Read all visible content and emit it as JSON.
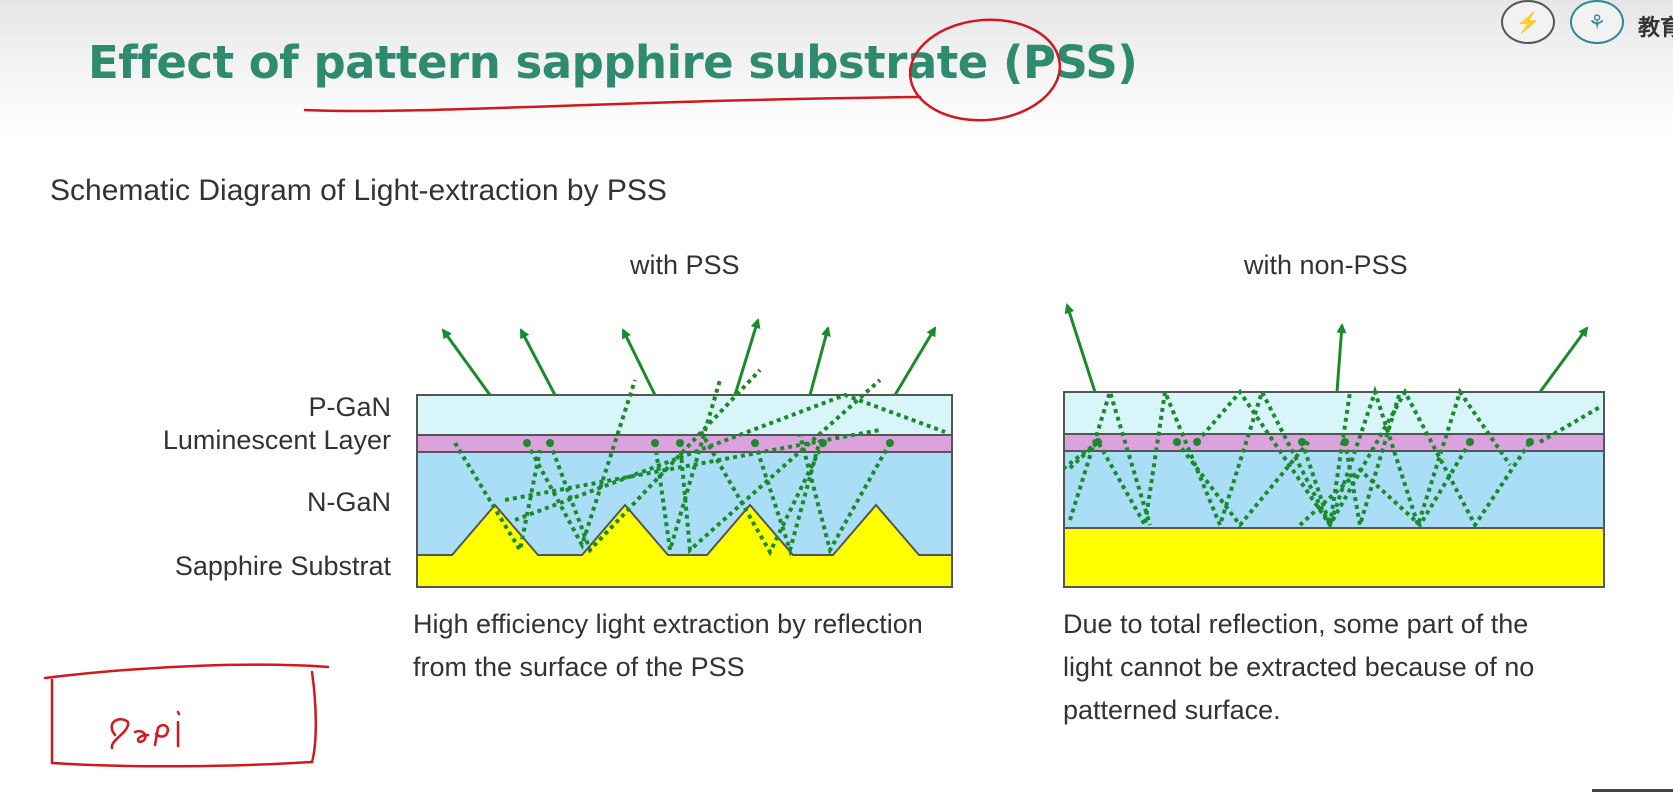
{
  "title": {
    "prefix": "Effect of ",
    "main": "pattern sapphire substrate ",
    "abbr": "(PSS)"
  },
  "subtitle": "Schematic Diagram of Light-extraction by PSS",
  "diagrams": {
    "pss": {
      "caption": "with PSS",
      "description": [
        "High efficiency light extraction by reflection",
        "from the surface of the PSS"
      ]
    },
    "non_pss": {
      "caption": "with non-PSS",
      "description": [
        "Due to total reflection, some part of the",
        "light cannot be extracted because of no",
        "patterned surface."
      ]
    }
  },
  "layers": {
    "p_gan": "P-GaN",
    "luminescent": "Luminescent Layer",
    "n_gan": "N-GaN",
    "sapphire": "Sapphire Substrat"
  },
  "colors": {
    "title": "#2e8b6e",
    "p_gan": "#d8f6fa",
    "luminescent": "#dca2dd",
    "n_gan": "#a9def6",
    "sapphire": "#ffff00",
    "ray": "#1a8a2a",
    "annotation": "#d1181c"
  },
  "annotation": {
    "handwriting": "Sapi"
  },
  "header_logos": {
    "text": "教育"
  }
}
